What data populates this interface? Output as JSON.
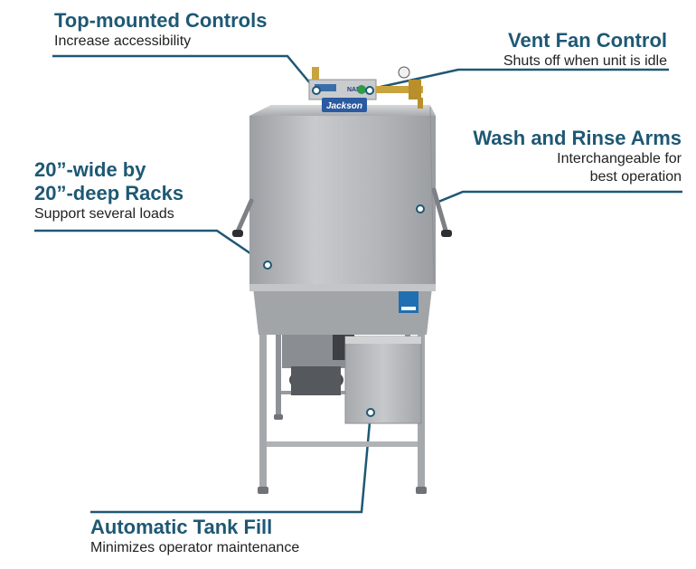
{
  "callouts": {
    "top_controls": {
      "title": "Top-mounted Controls",
      "desc": "Increase accessibility"
    },
    "vent_fan": {
      "title": "Vent Fan Control",
      "desc": "Shuts off when unit is idle"
    },
    "wash_rinse": {
      "title": "Wash and Rinse Arms",
      "desc_lines": [
        "Interchangeable for",
        "best operation"
      ]
    },
    "racks": {
      "title_lines": [
        "20”-wide by",
        "20”-deep Racks"
      ],
      "desc": "Support several loads"
    },
    "tank_fill": {
      "title": "Automatic Tank Fill",
      "desc": "Minimizes operator maintenance"
    }
  },
  "machine": {
    "brand_label": "Jackson",
    "panel_label": "NAP"
  },
  "colors": {
    "accent": "#1e5874",
    "steel": "#b8babd",
    "steel_dark": "#8f9296",
    "brand_badge": "#2a5aa0"
  }
}
